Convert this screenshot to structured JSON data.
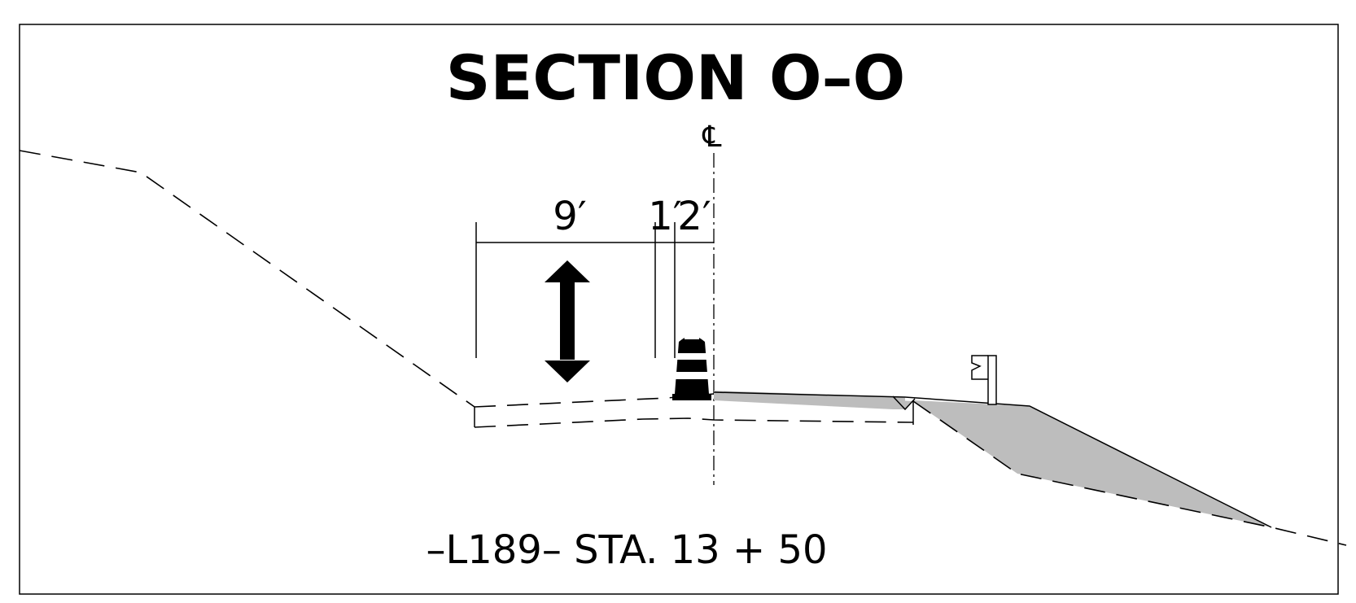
{
  "title": "SECTION O–O",
  "centerline_symbol": "℄",
  "dimensions": {
    "left_width": "9′",
    "mid_width": "1′",
    "right_width": "2′"
  },
  "station_label": "–L189–  STA. 13 + 50",
  "symbols": {
    "arrow": "double-vertical-arrow-icon",
    "drum": "traffic-drum-icon",
    "sign": "sign-post-icon"
  },
  "colors": {
    "line": "#000000",
    "fill_shoulder": "#bdbdbd",
    "background": "#ffffff"
  }
}
